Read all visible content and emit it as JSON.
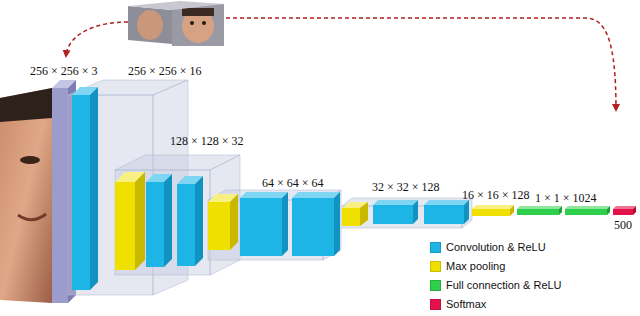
{
  "diagram": {
    "labels": [
      "256 × 256 × 3",
      "256 × 256 × 16",
      "128 × 128 × 32",
      "64 × 64 × 64",
      "32 × 32 × 128",
      "16 × 16 × 128",
      "1 × 1 × 1024",
      "500"
    ],
    "legend": [
      {
        "text": "Convolution & ReLU",
        "color": "#1db5e6"
      },
      {
        "text": "Max pooling",
        "color": "#f0e000"
      },
      {
        "text": "Full connection & ReLU",
        "color": "#2ecf4a"
      },
      {
        "text": "Softmax",
        "color": "#e5124a"
      }
    ]
  }
}
